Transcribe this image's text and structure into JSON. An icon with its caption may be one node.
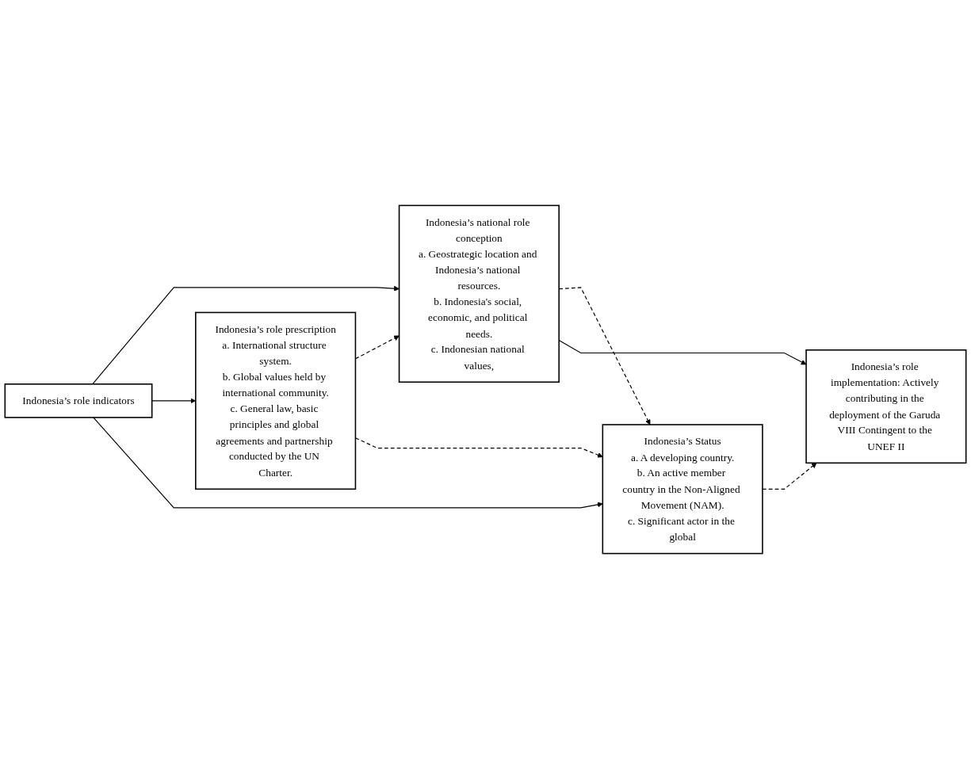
{
  "diagram": {
    "nodes": [
      {
        "text": [
          "Indonesia’s role indicators"
        ]
      },
      {
        "text": [
          "Indonesia’s national role conception",
          "a. Geostrategic location and Indonesia’s national resources.",
          "b. Indonesia's social, economic, and political needs.",
          "c. Indonesian national values,"
        ]
      },
      {
        "text": [
          "Indonesia’s role prescription",
          "a. International structure system.",
          "b. Global values held by international community.",
          "c. General law, basic principles and global agreements and partnership conducted by the UN Charter."
        ]
      },
      {
        "text": [
          "Indonesia’s Status",
          "a. A developing country.",
          "b. An active member country in the Non-Aligned Movement (NAM).",
          "c. Significant actor in the global"
        ]
      },
      {
        "text": [
          "Indonesia’s role implementation: Actively contributing in the deployment of the Garuda VIII Contingent to the UNEF II"
        ]
      }
    ],
    "edges": [
      {
        "from": 0,
        "to": 1,
        "arrow": "to"
      },
      {
        "from": 0,
        "to": 2,
        "arrow": "to"
      },
      {
        "from": 0,
        "to": 3,
        "arrow": "to"
      },
      {
        "from": 2,
        "to": 1,
        "arrow": "to",
        "style": "dashed"
      },
      {
        "from": 2,
        "to": 3,
        "arrow": "to",
        "style": "dashed"
      },
      {
        "from": 1,
        "to": 3,
        "arrow": "to",
        "style": "dashed"
      },
      {
        "from": 1,
        "to": 4,
        "arrow": "to"
      },
      {
        "from": 3,
        "to": 4,
        "arrow": "to",
        "style": "dashed"
      }
    ]
  }
}
